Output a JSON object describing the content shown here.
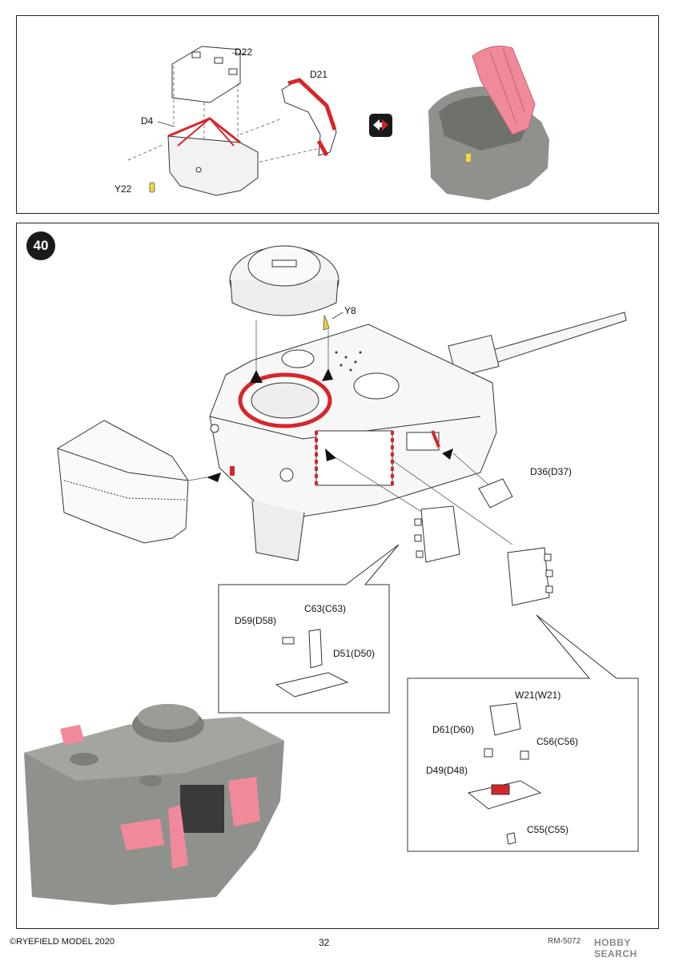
{
  "top_panel": {
    "labels": {
      "d22": "D22",
      "d21": "D21",
      "d4": "D4",
      "y22": "Y22"
    }
  },
  "step": {
    "number": "40"
  },
  "main_panel": {
    "labels": {
      "y8": "Y8",
      "d36": "D36(D37)",
      "d59": "D59(D58)",
      "c63": "C63(C63)",
      "d51": "D51(D50)",
      "w21": "W21(W21)",
      "d61": "D61(D60)",
      "c56": "C56(C56)",
      "d49": "D49(D48)",
      "c55": "C55(C55)"
    }
  },
  "footer": {
    "copyright": "©RYEFIELD MODEL 2020",
    "page": "32",
    "code": "RM-5072",
    "watermark": "HOBBY SEARCH"
  },
  "colors": {
    "part_red": "#d7262a",
    "painted_pink": "#f08a9a",
    "grey": "#8f918c",
    "flip_icon": "#1a1a1a"
  }
}
